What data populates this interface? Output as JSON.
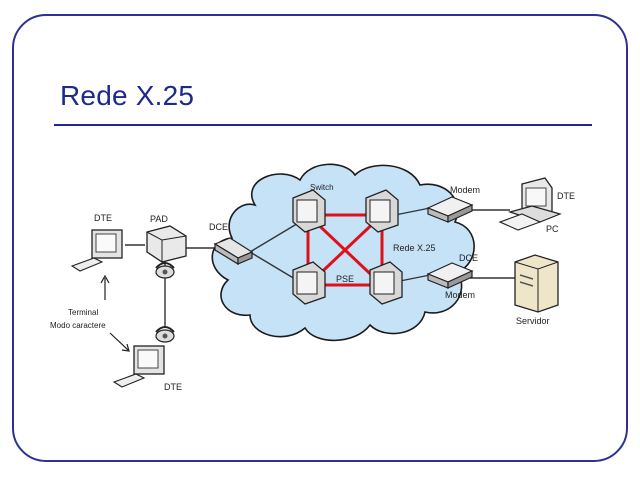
{
  "slide": {
    "title": "Rede X.25"
  },
  "diagram": {
    "labels": {
      "dte_left": "DTE",
      "pad": "PAD",
      "dce_left": "DCE",
      "switch": "Switch",
      "rede": "Rede X.25",
      "pse": "PSE",
      "modem_top": "Modem",
      "dte_right": "DTE",
      "pc": "PC",
      "dce_right": "DCE",
      "modem_bottom": "Modem",
      "servidor": "Servidor",
      "terminal_line1": "Terminal",
      "terminal_line2": "Modo caractere",
      "dte_bottom": "DTE"
    },
    "colors": {
      "cloud_fill": "#c6e2f7",
      "cloud_stroke": "#1b1b1b",
      "mesh": "#e0101a",
      "title": "#1d2a8c"
    }
  }
}
